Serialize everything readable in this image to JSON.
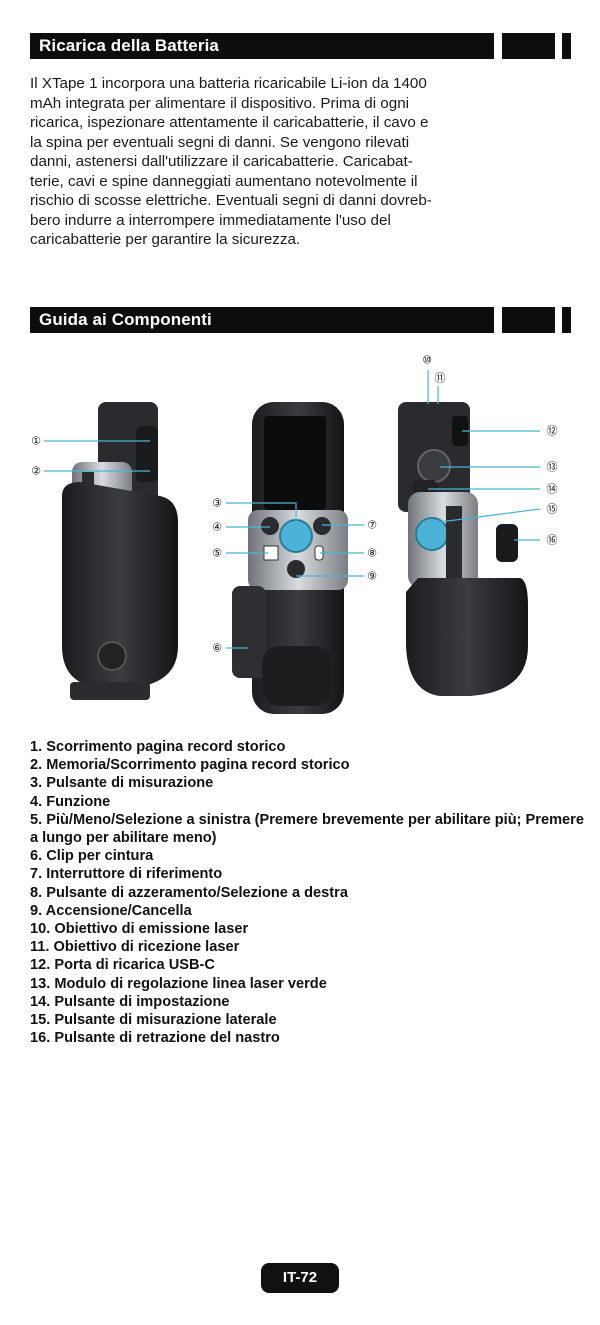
{
  "section1": {
    "title": "Ricarica della Batteria",
    "lines": [
      "Il XTape 1 incorpora una batteria ricaricabile Li-ion da 1400",
      "mAh integrata per alimentare il dispositivo. Prima di ogni",
      "ricarica, ispezionare attentamente il caricabatterie, il cavo e",
      "la spina per eventuali segni di danni. Se vengono rilevati",
      "danni, astenersi dall'utilizzare il caricabatterie. Caricabat-",
      "terie, cavi e spine danneggiati aumentano notevolmente il",
      "rischio di scosse elettriche. Eventuali segni di danni dovreb-",
      "bero indurre a interrompere immediatamente l'uso del",
      "caricabatterie per garantire la sicurezza."
    ]
  },
  "section2": {
    "title": "Guida ai Componenti"
  },
  "callouts": [
    "①",
    "②",
    "③",
    "④",
    "⑤",
    "⑥",
    "⑦",
    "⑧",
    "⑨",
    "⑩",
    "⑪",
    "⑫",
    "⑬",
    "⑭",
    "⑮",
    "⑯"
  ],
  "parts": [
    "1. Scorrimento pagina record storico",
    "2. Memoria/Scorrimento pagina record storico",
    "3. Pulsante di misurazione",
    "4. Funzione",
    "5. Più/Meno/Selezione a sinistra (Premere brevemente per abilitare più; Premere a lungo per abilitare meno)",
    "6. Clip per cintura",
    "7. Interruttore di riferimento",
    "8. Pulsante di azzeramento/Selezione a destra",
    "9. Accensione/Cancella",
    "10. Obiettivo di emissione laser",
    "11. Obiettivo di ricezione laser",
    "12. Porta di ricarica USB-C",
    "13. Modulo di regolazione linea laser verde",
    "14. Pulsante di impostazione",
    "15. Pulsante di misurazione laterale",
    "16. Pulsante di retrazione del nastro"
  ],
  "page_number": "IT-72",
  "colors": {
    "accent_blue": "#4db3d6",
    "header_black": "#0d0d0d"
  }
}
